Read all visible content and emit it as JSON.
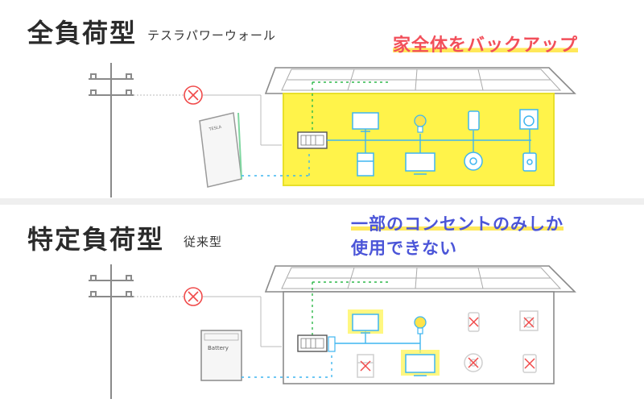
{
  "top": {
    "title": "全負荷型",
    "subtitle": "テスラパワーウォール",
    "callout": "家全体をバックアップ",
    "brand": "TESLA"
  },
  "bottom": {
    "title": "特定負荷型",
    "subtitle": "従来型",
    "callout_line1": "一部のコンセントのみしか",
    "callout_line2": "使用できない",
    "battery_label": "Battery"
  },
  "colors": {
    "callout_top": "#f24f5a",
    "callout_bottom": "#4b55d8",
    "highlight": "#fff34a",
    "blue_line": "#3fb6f0",
    "green_line": "#2fb84a",
    "red_cross": "#f04a4a",
    "outline": "#8a8a8a"
  },
  "icons": [
    "utility-pole-icon",
    "cross-circle-icon",
    "solar-panel-icon",
    "distribution-board-icon",
    "monitor-icon",
    "light-bulb-icon",
    "smartphone-icon",
    "washing-machine-icon",
    "refrigerator-icon",
    "tv-icon",
    "smoke-detector-icon",
    "outlet-icon",
    "battery-icon"
  ]
}
